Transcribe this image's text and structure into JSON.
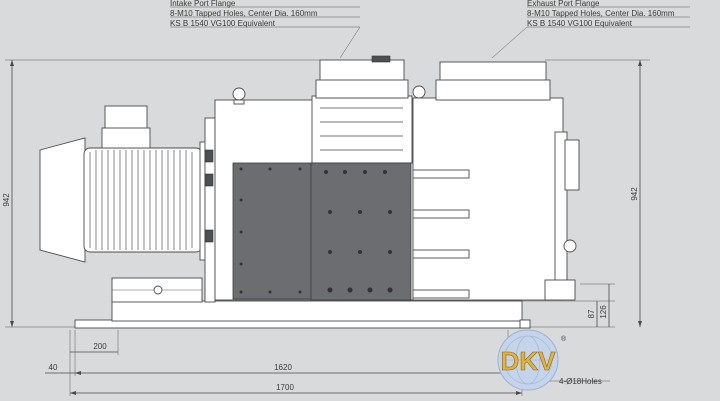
{
  "intake_port_note": {
    "title": "Intake Port Flange",
    "line1": "8-M10 Tapped Holes, Center Dia. 160mm",
    "line2": "KS B 1540 VG100 Equivalent"
  },
  "exhaust_port_note": {
    "title": "Exhaust Port Flange",
    "line1": "8-M10 Tapped Holes, Center Dia. 160mm",
    "line2": "KS B 1540 VG100 Equivalent"
  },
  "dimensions": {
    "overall_height_left": "942",
    "overall_height_right": "942",
    "base_height": "87",
    "base_to_center": "126",
    "base_offset": "200",
    "left_offset": "40",
    "mount_span": "1620",
    "overall_length": "1700",
    "holes": "4-Ø18Holes"
  },
  "logo": {
    "text": "DKV",
    "mark": "®"
  }
}
